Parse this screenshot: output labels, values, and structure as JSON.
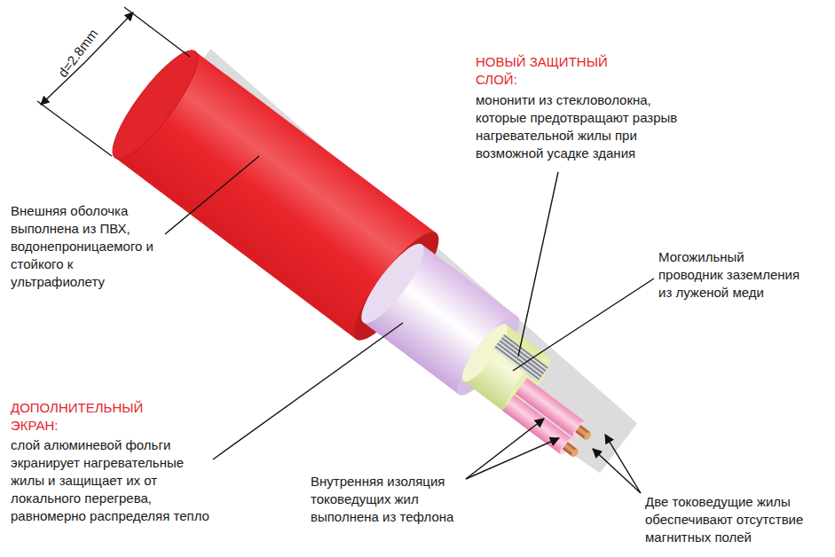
{
  "diagram": {
    "labels": [
      "d=2.8mm",
      "НОВЫЙ ЗАЩИТНЫЙ СЛОЙ:",
      "мононити из стекловолокна, которые предотвращают разрыв нагревательной жилы при возможной усадке здания",
      "Внешняя оболочка выполнена из ПВХ, водонепроницаемого и стойкого к ультрафиолету",
      "Могожильный проводник заземления из луженой меди",
      "ДОПОЛНИТЕЛЬНЫЙ ЭКРАН:",
      "слой алюминевой фольги экранирует нагревательные жилы и защищает их от локального перегрева, равномерно распределяя тепло",
      "Внутренняя изоляция токоведущих жил выполнена из тефлона",
      "Две токоведущие жилы обеспечивают отсутствие магнитных полей"
    ]
  }
}
